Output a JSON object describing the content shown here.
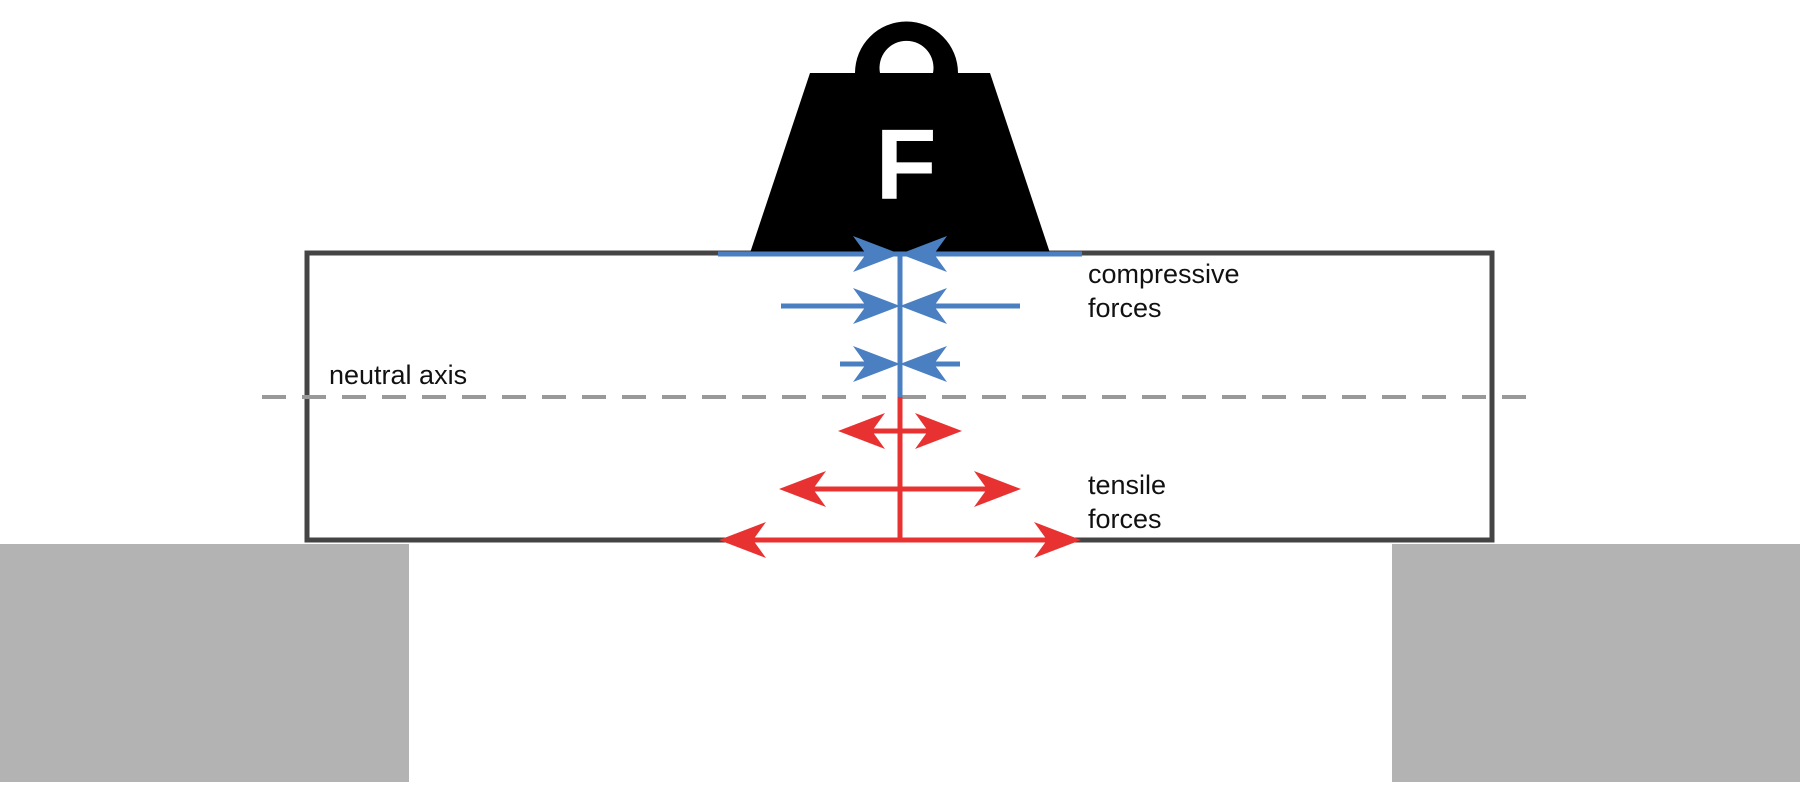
{
  "diagram": {
    "weight_letter": "F",
    "labels": {
      "neutral_axis": "neutral axis",
      "compressive_line1": "compressive",
      "compressive_line2": "forces",
      "tensile_line1": "tensile",
      "tensile_line2": "forces"
    },
    "colors": {
      "compression": "#4a7fc1",
      "tension": "#e83232",
      "beam_outline": "#444444",
      "support": "#b3b3b3",
      "neutral_axis_line": "#999999",
      "weight": "#000000"
    },
    "icons": {
      "weight": "weight-icon"
    }
  }
}
